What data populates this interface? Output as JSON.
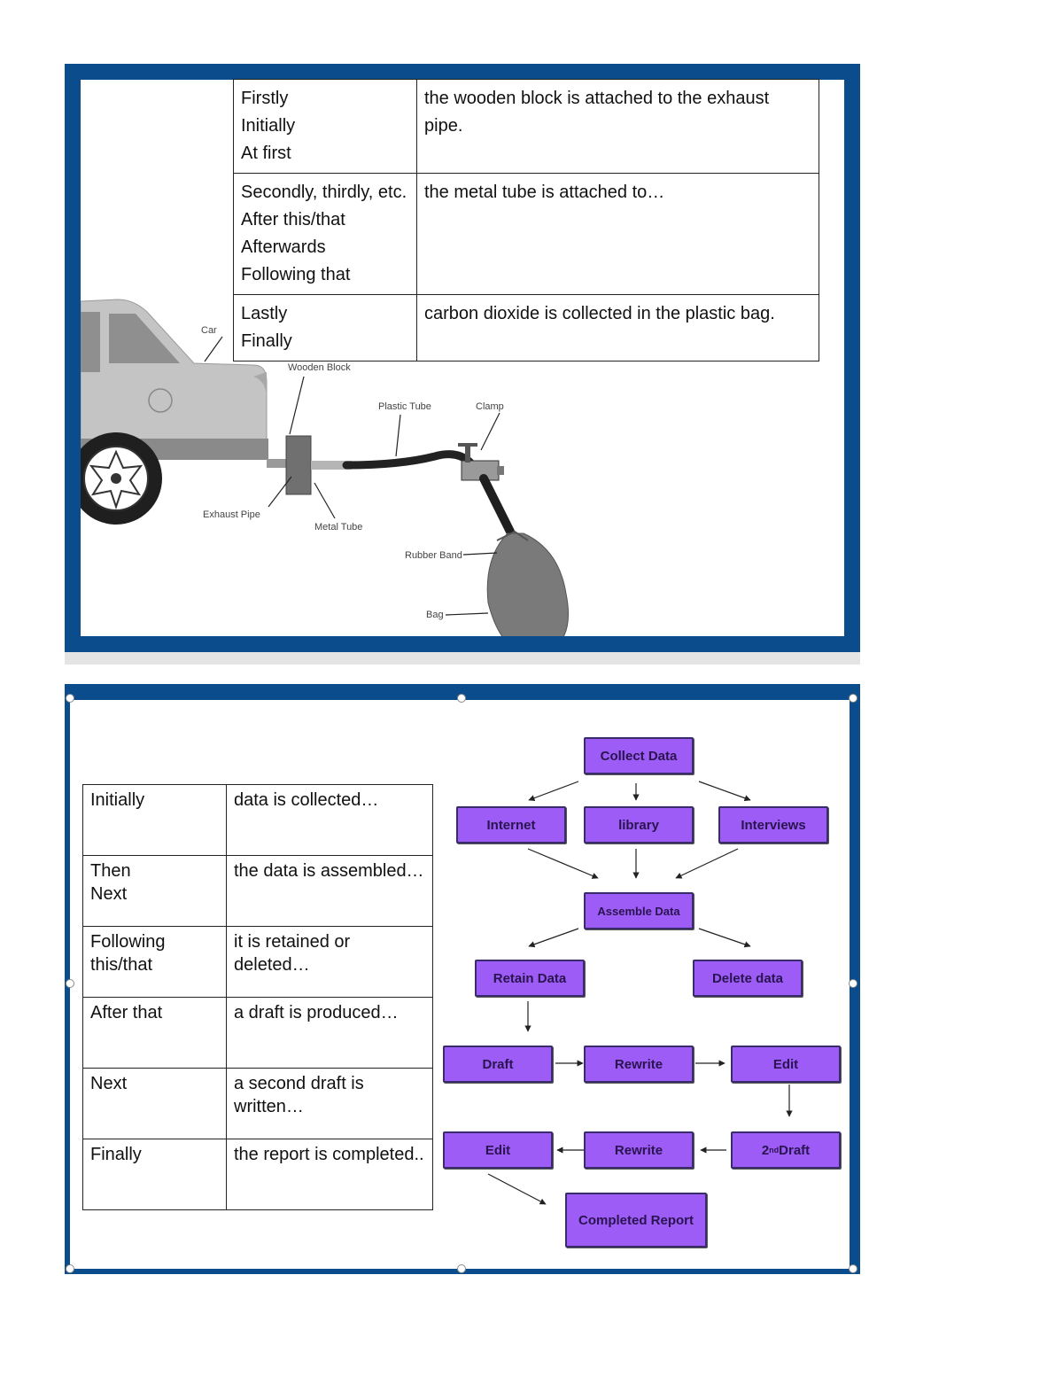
{
  "slide1": {
    "rows": [
      {
        "connectors": [
          "Firstly",
          "Initially",
          "At first"
        ],
        "text": "the wooden block is attached to the exhaust pipe."
      },
      {
        "connectors": [
          "Secondly, thirdly, etc.",
          "After this/that",
          "Afterwards",
          "Following that"
        ],
        "text": "the metal tube is attached to…"
      },
      {
        "connectors": [
          "Lastly",
          "Finally"
        ],
        "text": "carbon dioxide is collected in the plastic bag."
      }
    ],
    "diagram_labels": {
      "car": "Car",
      "wooden_block": "Wooden Block",
      "plastic_tube": "Plastic Tube",
      "clamp": "Clamp",
      "exhaust_pipe": "Exhaust Pipe",
      "metal_tube": "Metal Tube",
      "rubber_band": "Rubber Band",
      "bag": "Bag"
    },
    "colors": {
      "frame": "#0b4d8c",
      "car": "#bdbdbd"
    }
  },
  "slide2": {
    "rows": [
      {
        "connector": "Initially",
        "text": "data is collected…"
      },
      {
        "connector": "Then\nNext",
        "text": "the data is assembled…"
      },
      {
        "connector": "Following this/that",
        "text": "it is retained or deleted…"
      },
      {
        "connector": "After that",
        "text": "a draft is produced…"
      },
      {
        "connector": "Next",
        "text": "a second draft is written…"
      },
      {
        "connector": "Finally",
        "text": "the report is completed.."
      }
    ],
    "flowchart": {
      "collect": "Collect Data",
      "internet": "Internet",
      "library": "library",
      "interviews": "Interviews",
      "assemble": "Assemble Data",
      "retain": "Retain Data",
      "delete": "Delete data",
      "draft": "Draft",
      "rewrite1": "Rewrite",
      "edit1": "Edit",
      "second_draft": "2nd Draft",
      "rewrite2": "Rewrite",
      "edit2": "Edit",
      "completed": "Completed Report"
    },
    "colors": {
      "box_fill": "#9d5cf5",
      "box_border": "#3a2b6b"
    }
  }
}
